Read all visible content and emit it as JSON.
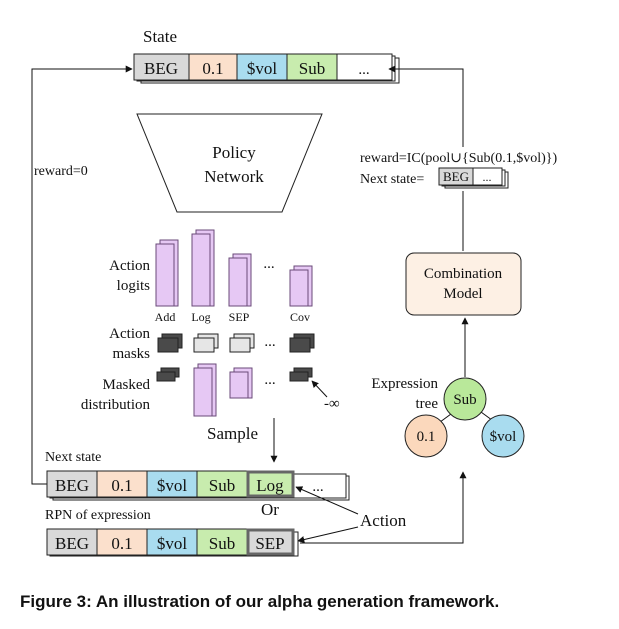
{
  "colors": {
    "beg": "#d9d9d9",
    "number": "#fbe0cc",
    "feature": "#a9dcef",
    "operator": "#c8ecae",
    "logit": "#e6c8f4",
    "logit_stroke": "#6a4a78",
    "mask_dark": "#4a4a4a",
    "mask_light": "#e6e6e6",
    "model_fill": "#fdf0e4",
    "node_sub": "#b9e89a",
    "node_num": "#fbd8bc",
    "node_feat": "#a9dcef"
  },
  "state": {
    "title": "State",
    "tokens": [
      "BEG",
      "0.1",
      "$vol",
      "Sub",
      "..."
    ]
  },
  "policy": {
    "line1": "Policy",
    "line2": "Network"
  },
  "reward_left": "reward=0",
  "reward_right": "reward=IC(pool∪{Sub(0.1,$vol)})",
  "next_state_right": {
    "label": "Next state=",
    "tokens": [
      "BEG",
      "..."
    ]
  },
  "combination_model": {
    "line1": "Combination",
    "line2": "Model"
  },
  "action_logits": {
    "line1": "Action",
    "line2": "logits",
    "labels": [
      "Add",
      "Log",
      "SEP",
      "Cov"
    ],
    "ellipsis": "..."
  },
  "action_masks": {
    "line1": "Action",
    "line2": "masks",
    "ellipsis": "..."
  },
  "masked_distribution": {
    "line1": "Masked",
    "line2": "distribution",
    "ellipsis": "...",
    "neg_inf": "-∞"
  },
  "sample": "Sample",
  "next_state_bottom": {
    "label": "Next state",
    "tokens": [
      "BEG",
      "0.1",
      "$vol",
      "Sub",
      "Log",
      "..."
    ]
  },
  "or_label": "Or",
  "action_label": "Action",
  "rpn": {
    "label": "RPN of expression",
    "tokens": [
      "BEG",
      "0.1",
      "$vol",
      "Sub",
      "SEP"
    ]
  },
  "expression_tree": {
    "line1": "Expression",
    "line2": "tree",
    "root": "Sub",
    "left": "0.1",
    "right": "$vol"
  },
  "caption": "Figure 3: An illustration of our alpha generation framework."
}
